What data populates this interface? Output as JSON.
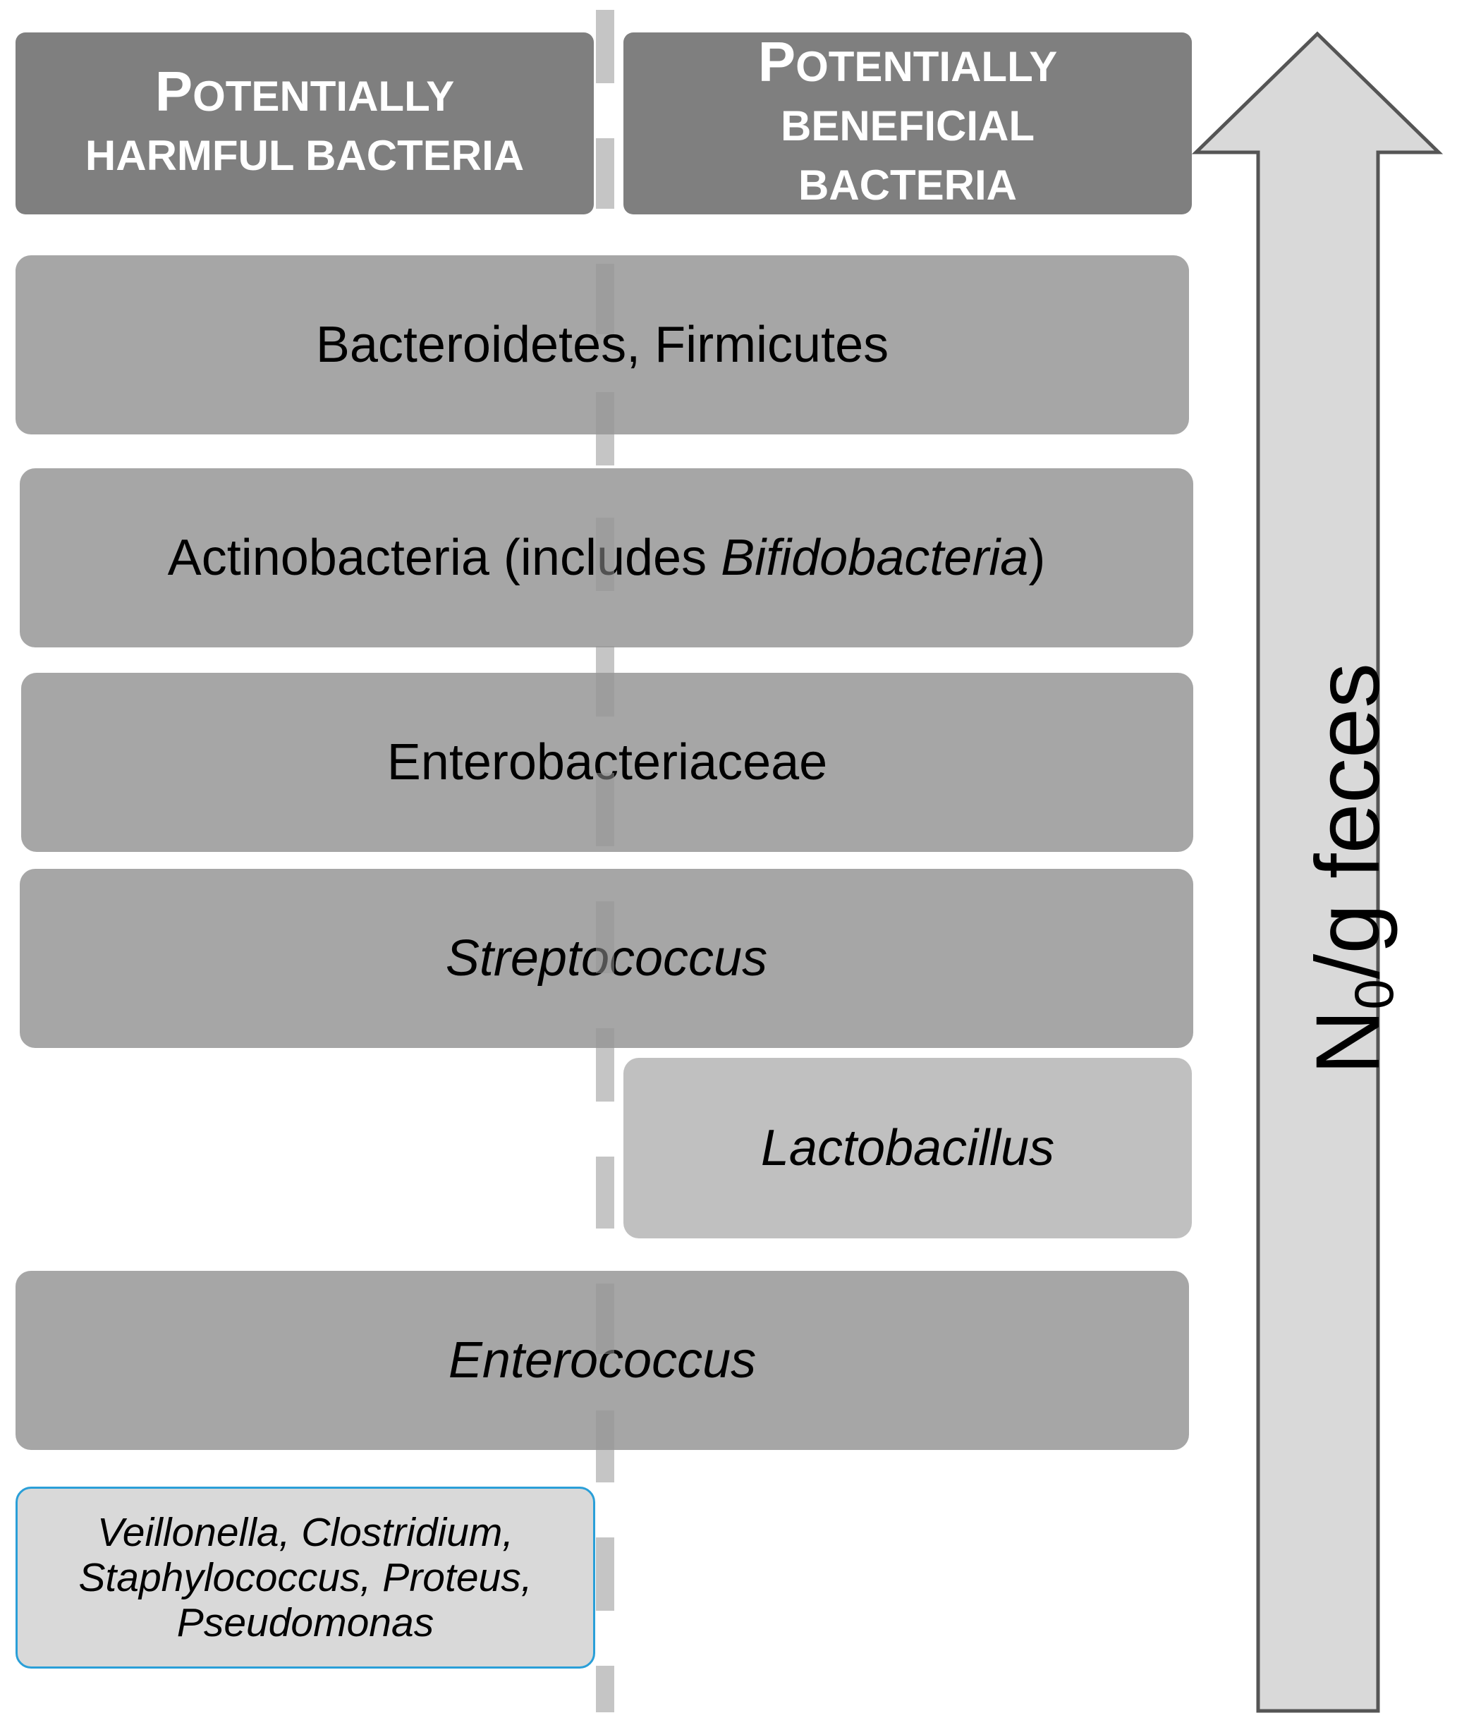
{
  "headers": {
    "harmful": {
      "line1_initial": "P",
      "line1_rest": "OTENTIALLY",
      "line2": "HARMFUL BACTERIA"
    },
    "beneficial": {
      "line1_initial": "P",
      "line1_rest": "OTENTIALLY",
      "line2": "BENEFICIAL",
      "line3": "BACTERIA"
    }
  },
  "bars": {
    "bacteroidetes": "Bacteroidetes, Firmicutes",
    "actinobacteria_prefix": "Actinobacteria (includes ",
    "actinobacteria_italic": "Bifidobacteria",
    "actinobacteria_suffix": ")",
    "enterobacteriaceae": "Enterobacteriaceae",
    "streptococcus": "Streptococcus",
    "lactobacillus": "Lactobacillus",
    "enterococcus": "Enterococcus",
    "harmful_group": {
      "line1": "Veillonella, Clostridium,",
      "line2": "Staphylococcus, Proteus,",
      "line3": "Pseudomonas"
    }
  },
  "arrow": {
    "label_prefix": "N",
    "label_sub": "0",
    "label_suffix": "/g feces"
  },
  "colors": {
    "header": "#7f7f7f",
    "bar_dark": "#a6a6a6",
    "bar_light": "#c0c0c0",
    "bar_pale": "#d9d9d9",
    "bar_pale_border": "#2a9fd8",
    "arrow_fill": "#d9d9d9",
    "arrow_stroke": "#555555",
    "divider": "#969696"
  }
}
